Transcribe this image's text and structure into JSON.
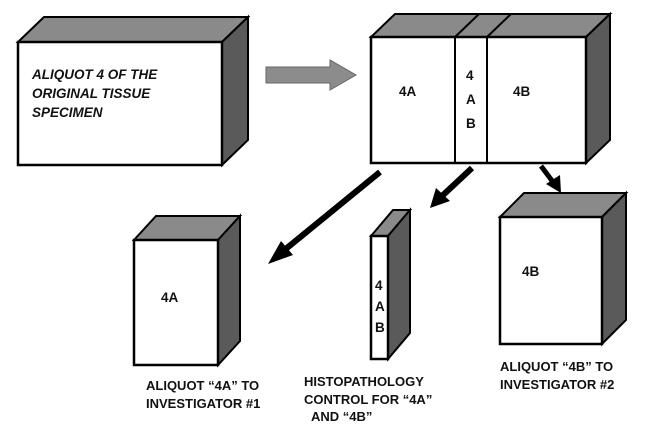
{
  "original_block": {
    "label_lines": [
      "ALIQUOT 4 OF THE",
      "ORIGINAL TISSUE",
      "SPECIMEN"
    ]
  },
  "split_block": {
    "left_label": "4A",
    "middle_label_lines": [
      "4",
      "A",
      "B"
    ],
    "right_label": "4B"
  },
  "aliquot_4a": {
    "block_label": "4A",
    "caption_lines": [
      "ALIQUOT “4A” TO",
      "INVESTIGATOR #1"
    ]
  },
  "histopathology": {
    "block_label_lines": [
      "4",
      "A",
      "B"
    ],
    "caption_lines": [
      "HISTOPATHOLOGY",
      "CONTROL FOR “4A”",
      "AND “4B”"
    ]
  },
  "aliquot_4b": {
    "block_label": "4B",
    "caption_lines": [
      "ALIQUOT “4B” TO",
      "INVESTIGATOR #2"
    ]
  },
  "colors": {
    "block_front": "#ffffff",
    "block_top": "#8a8a8a",
    "block_side": "#5a5a5a",
    "outline": "#000000",
    "grey_arrow": "#8c8c8c",
    "black_arrow": "#000000"
  }
}
